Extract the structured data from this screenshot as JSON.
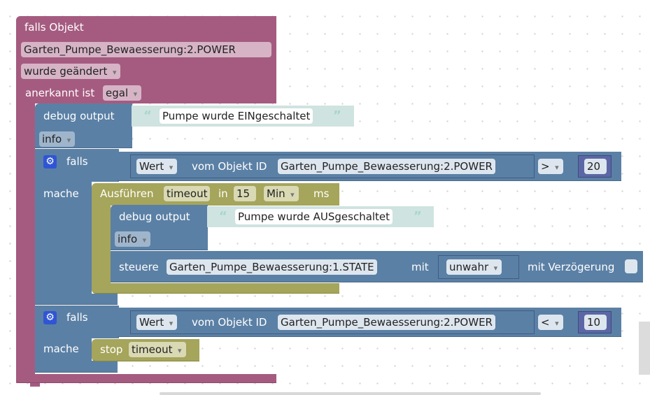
{
  "colors": {
    "event": "#a55b80",
    "event_dark": "#8a4a6b",
    "action": "#5b80a5",
    "action_dark": "#4a6a8a",
    "timer": "#a5a55b",
    "timer_dark": "#88883e",
    "string": "#cfe3e0",
    "string_quote": "#a6d8c8"
  },
  "event_block": {
    "title": "falls Objekt",
    "object_id": "Garten_Pumpe_Bewaesserung:2.POWER",
    "trigger": "wurde geändert",
    "ack_label": "anerkannt ist",
    "ack_value": "egal"
  },
  "debug1": {
    "label": "debug output",
    "text": "Pumpe wurde EINgeschaltet",
    "level": "info"
  },
  "if1": {
    "label_if": "falls",
    "label_do": "mache",
    "value_prop": "Wert",
    "from_label": "vom Objekt ID",
    "object_id": "Garten_Pumpe_Bewaesserung:2.POWER",
    "operator": ">",
    "number": "20"
  },
  "timeout_block": {
    "label_run": "Ausführen",
    "name": "timeout",
    "in_label": "in",
    "amount": "15",
    "unit": "Min",
    "ms_label": "ms"
  },
  "debug2": {
    "label": "debug output",
    "text": "Pumpe wurde AUSgeschaltet",
    "level": "info"
  },
  "control": {
    "label": "steuere",
    "object_id": "Garten_Pumpe_Bewaesserung:1.STATE",
    "with_label": "mit",
    "value": "unwahr",
    "delay_label": "mit Verzögerung"
  },
  "if2": {
    "label_if": "falls",
    "label_do": "mache",
    "value_prop": "Wert",
    "from_label": "vom Objekt ID",
    "object_id": "Garten_Pumpe_Bewaesserung:2.POWER",
    "operator": "<",
    "number": "10"
  },
  "stop_block": {
    "label": "stop",
    "name": "timeout"
  }
}
